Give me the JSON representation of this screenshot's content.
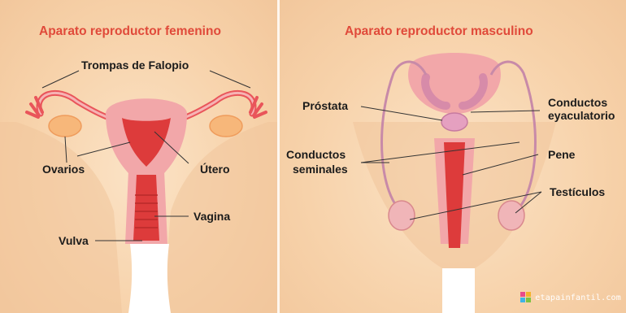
{
  "female": {
    "title": "Aparato reproductor femenino",
    "labels": {
      "trompas": "Trompas de Falopio",
      "ovarios": "Ovarios",
      "utero": "Útero",
      "vagina": "Vagina",
      "vulva": "Vulva"
    }
  },
  "male": {
    "title": "Aparato reproductor masculino",
    "labels": {
      "prostata": "Próstata",
      "eyaculatorios_1": "Conductos",
      "eyaculatorios_2": "eyaculatorio",
      "seminales_1": "Conductos",
      "seminales_2": "seminales",
      "pene": "Pene",
      "testiculos": "Testículos"
    }
  },
  "brand": {
    "text": "etapainfantil.com"
  },
  "colors": {
    "title": "#e04a3a",
    "panel_bg": "#f7d2aa",
    "organ_pink": "#f2a7a9",
    "organ_red": "#dd3b3b",
    "ovary": "#f7b77a",
    "leader_line": "#333333"
  }
}
